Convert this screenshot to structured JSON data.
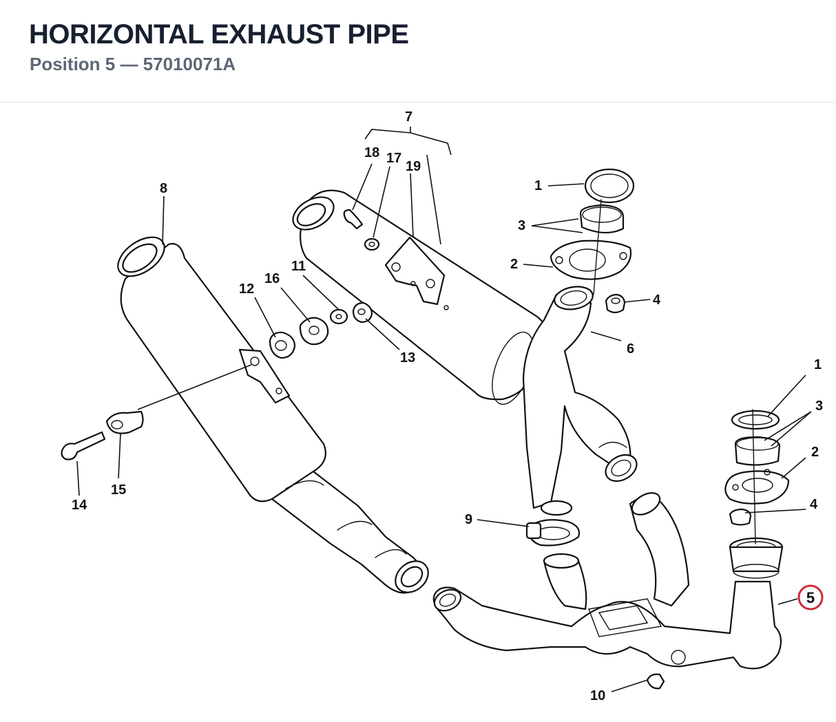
{
  "header": {
    "title": "HORIZONTAL EXHAUST PIPE",
    "subtitle": "Position 5 — 57010071A"
  },
  "diagram": {
    "highlight_color": "#cc2a36",
    "callouts": [
      {
        "id": "c7",
        "label": "7"
      },
      {
        "id": "c18",
        "label": "18"
      },
      {
        "id": "c17",
        "label": "17"
      },
      {
        "id": "c19",
        "label": "19"
      },
      {
        "id": "c8",
        "label": "8"
      },
      {
        "id": "c1a",
        "label": "1"
      },
      {
        "id": "c3a",
        "label": "3"
      },
      {
        "id": "c2a",
        "label": "2"
      },
      {
        "id": "c4a",
        "label": "4"
      },
      {
        "id": "c6",
        "label": "6"
      },
      {
        "id": "c11",
        "label": "11"
      },
      {
        "id": "c12",
        "label": "12"
      },
      {
        "id": "c16",
        "label": "16"
      },
      {
        "id": "c13",
        "label": "13"
      },
      {
        "id": "c1b",
        "label": "1"
      },
      {
        "id": "c3b",
        "label": "3"
      },
      {
        "id": "c2b",
        "label": "2"
      },
      {
        "id": "c4b",
        "label": "4"
      },
      {
        "id": "c5",
        "label": "5"
      },
      {
        "id": "c9",
        "label": "9"
      },
      {
        "id": "c10",
        "label": "10"
      },
      {
        "id": "c14",
        "label": "14"
      },
      {
        "id": "c15",
        "label": "15"
      }
    ]
  }
}
